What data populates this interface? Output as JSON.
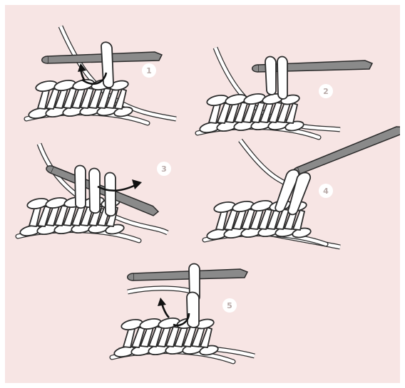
{
  "colors": {
    "background": "#f7e5e4",
    "yarn_fill": "#ffffff",
    "outline": "#2b2b2b",
    "hook": "#8a8a8a",
    "badge_fill": "#ffffff",
    "badge_text": "#b9aaa8"
  },
  "steps": [
    {
      "number": "1"
    },
    {
      "number": "2"
    },
    {
      "number": "3"
    },
    {
      "number": "4"
    },
    {
      "number": "5"
    }
  ]
}
